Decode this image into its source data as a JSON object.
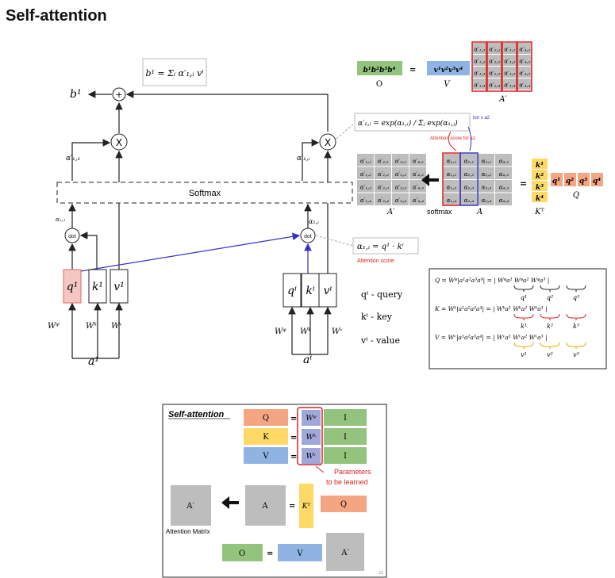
{
  "title": "Self-attention",
  "labels": {
    "b1": "b¹",
    "b1_formula": "b¹ = Σᵢ α′₁,ᵢ vⁱ",
    "plus": "+",
    "times": "X",
    "alpha11p": "α′₁,₁",
    "alpha1ip": "α′₁,ᵢ",
    "softmax": "Softmax",
    "alpha11": "α₁,₁",
    "alpha1i": "α₁,ᵢ",
    "dot": "dot",
    "q1": "q¹",
    "k1": "k¹",
    "v1": "v¹",
    "qi": "qⁱ",
    "ki": "kⁱ",
    "vi": "vⁱ",
    "Wq": "Wᵠ",
    "Wk": "Wᵏ",
    "Wv": "Wᵛ",
    "a1": "a¹",
    "ai": "aⁱ",
    "q_desc": "qⁱ - query",
    "k_desc": "kⁱ - key",
    "v_desc": "vⁱ - value",
    "score_formula": "α₁,ᵢ = q¹ · kⁱ",
    "score_label": "Attention score",
    "softmax_formula": "α′₁,ᵢ = exp(α₁,ᵢ) / Σⱼ exp(α₁,ⱼ)",
    "softmax_note": "Attention score for a1",
    "softmax_note2": "ion s a2"
  },
  "top_right": {
    "O_row": "b¹b²b³b⁴",
    "eq": "=",
    "V_row": "v¹v²v³v⁴",
    "O": "O",
    "V": "V",
    "Aprime": "A′",
    "A": "A",
    "KT": "Kᵀ",
    "Q": "Q",
    "softmax": "softmax",
    "k_col": [
      "k¹",
      "k²",
      "k³",
      "k⁴"
    ],
    "q_row": [
      "q¹",
      "q²",
      "q³",
      "q⁴"
    ]
  },
  "matrix_cells": [
    [
      "α₁,₁",
      "α₂,₁",
      "α₃,₁",
      "α₄,₁"
    ],
    [
      "α₁,₂",
      "α₂,₂",
      "α₃,₂",
      "α₄,₂"
    ],
    [
      "α₁,₃",
      "α₂,₃",
      "α₃,₃",
      "α₄,₃"
    ],
    [
      "α₁,₄",
      "α₂,₄",
      "α₃,₄",
      "α₄,₄"
    ]
  ],
  "matrix_cells_prime": [
    [
      "α′₁,₁",
      "α′₂,₁",
      "α′₃,₁",
      "α′₄,₁"
    ],
    [
      "α′₁,₂",
      "α′₂,₂",
      "α′₃,₂",
      "α′₄,₂"
    ],
    [
      "α′₁,₃",
      "α′₂,₃",
      "α′₃,₃",
      "α′₄,₃"
    ],
    [
      "α′₁,₄",
      "α′₂,₄",
      "α′₃,₄",
      "α′₄,₄"
    ]
  ],
  "equations": [
    "Q = Wᵠ|a¹a²a³a⁴| = | Wᵠa¹  Wᵠa²  Wᵠa³ |",
    "K = Wᵏ|a¹a²a³a⁴| = | Wᵏa¹  Wᵏa²  Wᵏa³ |",
    "V = Wᵛ|a¹a²a³a⁴| = | Wᵛa¹  Wᵛa²  Wᵛa³ |"
  ],
  "eq_under": [
    [
      "q¹",
      "q²",
      "q³"
    ],
    [
      "k¹",
      "k²",
      "k³"
    ],
    [
      "v¹",
      "v²",
      "v³"
    ]
  ],
  "bottom": {
    "title": "Self-attention",
    "rows": [
      {
        "left": "Q",
        "w": "Wᵠ",
        "right": "I"
      },
      {
        "left": "K",
        "w": "Wᵏ",
        "right": "I"
      },
      {
        "left": "V",
        "w": "Wᵛ",
        "right": "I"
      }
    ],
    "eq": "=",
    "params": "Parameters to be learned",
    "Aprime": "A′",
    "A": "A",
    "KT": "Kᵀ",
    "Q": "Q",
    "attn_matrix": "Attention Matrix",
    "O": "O",
    "V": "V",
    "page_no": "21"
  },
  "colors": {
    "q_fill": "#f4c7c3",
    "q_stroke": "#e06666",
    "blue_line": "#3333cc",
    "red": "#e02020",
    "green": "#93c47d",
    "blue": "#8fb4e3",
    "orange": "#f6b26b",
    "salmon": "#f4a582",
    "yellow": "#ffd966",
    "gray": "#bdbdbd",
    "purple": "#9fa8da"
  }
}
